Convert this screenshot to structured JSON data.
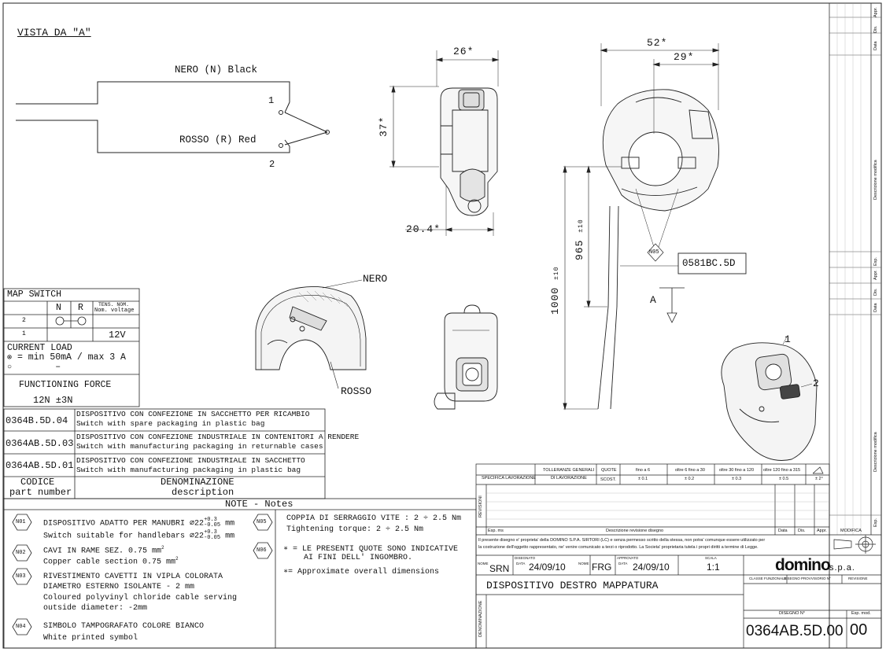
{
  "view_title": "VISTA DA \"A\"",
  "wiring": {
    "black_label": "NERO (N) Black",
    "red_label": "ROSSO (R) Red",
    "pos1": "1",
    "pos2": "2"
  },
  "dims": {
    "d26": "26*",
    "d37": "37*",
    "d20_4": "20.4*",
    "d52": "52*",
    "d29": "29*",
    "d965": "965",
    "d965_tol": "±10",
    "d1000": "1000",
    "d1000_tol": "±10",
    "n05": "N05",
    "ref_box": "0581BC.5D",
    "arrow_a": "A"
  },
  "section_labels": {
    "nero": "NERO",
    "rosso": "ROSSO"
  },
  "iso_labels": {
    "one": "1",
    "two": "2"
  },
  "map_switch": {
    "title": "MAP SWITCH",
    "col_n": "N",
    "col_r": "R",
    "col_volt_1": "TENS. NOM.",
    "col_volt_2": "Nom. voltage",
    "row2": "2",
    "row1": "1",
    "voltage": "12V",
    "current_title": "CURRENT LOAD",
    "current_min": "= min 50mA / max  3 A",
    "current_dash": "–",
    "force_title": "FUNCTIONING FORCE",
    "force_value": "12N  ±3N"
  },
  "parts": [
    {
      "code": "0364B.5D.04",
      "it": "DISPOSITIVO CON CONFEZIONE IN SACCHETTO PER RICAMBIO",
      "en": "Switch with spare packaging in plastic bag"
    },
    {
      "code": "0364AB.5D.03",
      "it": "DISPOSITIVO CON CONFEZIONE INDUSTRIALE IN CONTENITORI A RENDERE",
      "en": "Switch with manufacturing packaging in returnable cases"
    },
    {
      "code": "0364AB.5D.01",
      "it": "DISPOSITIVO CON CONFEZIONE INDUSTRIALE IN SACCHETTO",
      "en": "Switch with manufacturing packaging in plastic bag"
    }
  ],
  "parts_header": {
    "code_it": "CODICE",
    "code_en": "part number",
    "desc_it": "DENOMINAZIONE",
    "desc_en": "description"
  },
  "notes_title": "NOTE - Notes",
  "notes": {
    "n01_tag": "N01",
    "n01_l1": "DISPOSITIVO ADATTO PER MANUBRI ∅22",
    "n01_l2": "Switch suitable for handlebars ∅22",
    "n01_tol_up": "+0.3",
    "n01_tol_dn": "-0.05",
    "n01_unit": "mm",
    "n02_tag": "N02",
    "n02_l1": "CAVI IN RAME SEZ. 0.75 mm",
    "n02_l2": "Copper cable section 0.75 mm",
    "n02_sup": "2",
    "n03_tag": "N03",
    "n03_l1": "RIVESTIMENTO CAVETTI IN VIPLA COLORATA",
    "n03_l2": "DIAMETRO ESTERNO ISOLANTE - 2 mm",
    "n03_l3": "Coloured polyvinyl chloride cable serving",
    "n03_l4": "outside diameter: -2mm",
    "n04_tag": "N04",
    "n04_l1": "SIMBOLO TAMPOGRAFATO COLORE BIANCO",
    "n04_l2": "White printed symbol",
    "n05_tag": "N05",
    "n05_l1": "COPPIA DI SERRAGGIO VITE :  2 ÷ 2.5 Nm",
    "n05_l2": "Tightening torque: 2 ÷ 2.5 Nm",
    "n06_tag": "N06",
    "n06_l1": "∗ = LE PRESENTI QUOTE SONO INDICATIVE",
    "n06_l2": "AI FINI DELL' INGOMBRO.",
    "n06_l3": "∗= Approximate overall dimensions"
  },
  "title_block": {
    "spec_lav": "SPECIFICA LAVORAZIONE",
    "toll_1": "TOLLERANZE GENERALI",
    "toll_2": "DI LAVORAZIONE",
    "quote": "QUOTE",
    "scost": "SCOST.",
    "ranges": [
      "fino a 6",
      "oltre 6 fino a 30",
      "oltre 30 fino a 120",
      "oltre 120 fino a 315"
    ],
    "tols": [
      "± 0.1",
      "± 0.2",
      "± 0.3",
      "± 0.5",
      "± 2°"
    ],
    "revision_side": "REVISIONI",
    "esp_ms": "Esp. ms",
    "rev_desc": "Descrizione revisione disegno",
    "data": "Data",
    "dis": "Dis.",
    "appr": "Appr.",
    "modifica": "MODIFICA",
    "legal_1": "Il presente disegno e' proprieta' della DOMINO S.P.A. SIRTORI (LC) e senza permesso scritto della stessa, non potra' comunque essere utilizzato per",
    "legal_2": "la costruzione dell'oggetto rappresentato, ne' venire comunicato a terzi o riprodotto. La Societa' proprietaria tutela i propri diritti a termine di Legge.",
    "nome_lbl": "NOME",
    "disegnato": "DISEGNATO",
    "data_lbl": "DATA",
    "approvato": "APPROVATO",
    "scala": "SCALA",
    "drawn_by": "SRN",
    "drawn_date": "24/09/10",
    "appr_by": "FRG",
    "appr_date": "24/09/10",
    "scale": "1:1",
    "brand": "domino",
    "brand_suffix": "s.p.a.",
    "classe": "CLASSE FUNZIONALE",
    "dis_provv": "DISEGNO PROVVISORIO N°",
    "revisione": "REVISIONE",
    "title": "DISPOSITIVO DESTRO MAPPATURA",
    "denominazione_side": "DENOMINAZIONE",
    "disegno_n": "DISEGNO N°",
    "esp_mod": "Esp. mod.",
    "drawing_no": "0364AB.5D.00",
    "drawing_rev": "00"
  },
  "right_margin": {
    "appr": "Appr.",
    "dis": "Dis.",
    "data": "Data",
    "desc_mod": "Descrizione modifica",
    "esp": "Esp."
  }
}
